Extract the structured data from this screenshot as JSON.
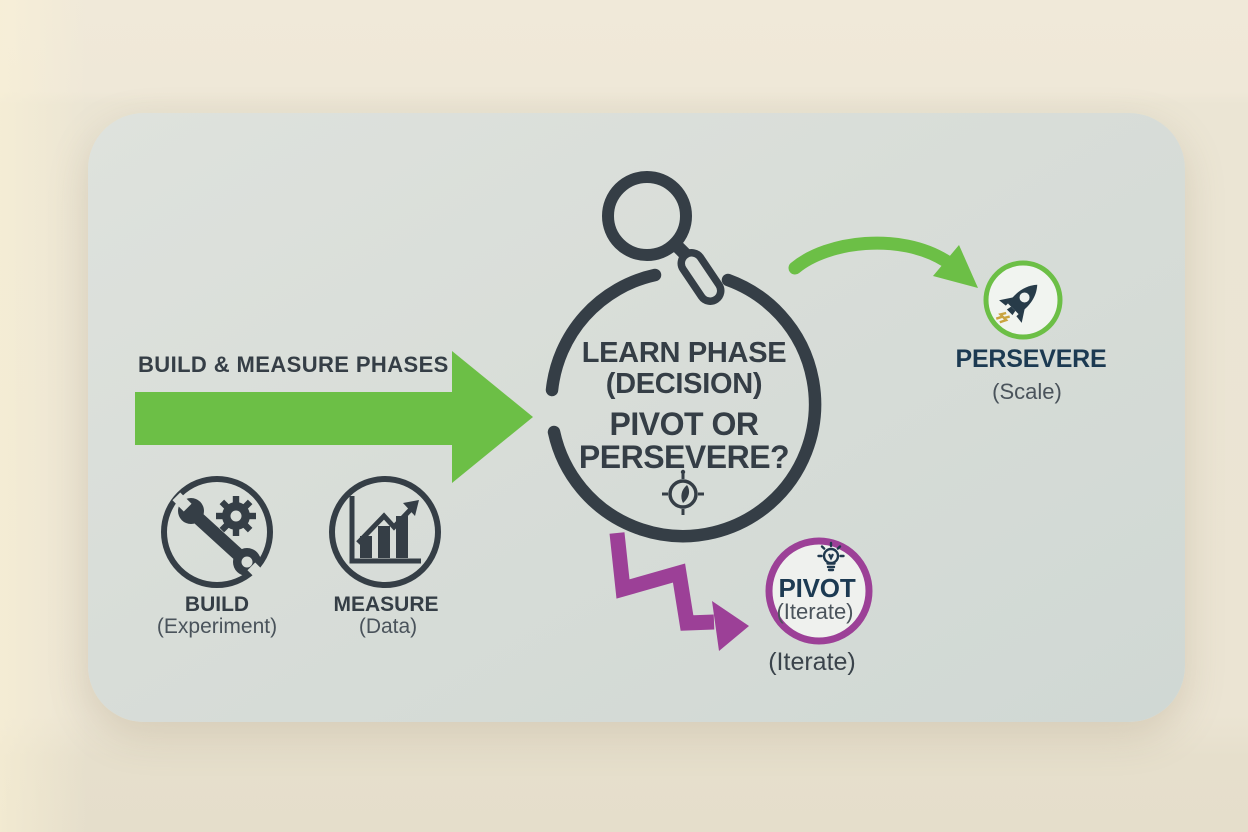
{
  "diagram": {
    "phases_arrow": {
      "label": "BUILD & MEASURE PHASES"
    },
    "build": {
      "label": "BUILD",
      "sublabel": "(Experiment)",
      "icon": "wrench-gear-icon"
    },
    "measure": {
      "label": "MEASURE",
      "sublabel": "(Data)",
      "icon": "bar-chart-icon"
    },
    "learn": {
      "line1": "LEARN PHASE",
      "line2": "(DECISION)",
      "line3": "PIVOT OR",
      "line4": "PERSEVERE?",
      "icon_top": "magnifier-icon",
      "icon_bottom": "compass-icon"
    },
    "persevere": {
      "label": "PERSEVERE",
      "sublabel": "(Scale)",
      "icon": "rocket-icon"
    },
    "pivot": {
      "label": "PIVOT",
      "sublabel": "(Iterate)",
      "caption": "(Iterate)",
      "icon": "lightbulb-icon"
    }
  },
  "colors": {
    "background_cream": "#ece6d5",
    "panel_gray": "#d8ddd8",
    "green": "#6cbf46",
    "purple": "#9c4097",
    "navy_text": "#1c3a52",
    "dark_slate": "#353e46",
    "gray_text": "#4a535b",
    "flame_gold": "#c9a43f"
  }
}
